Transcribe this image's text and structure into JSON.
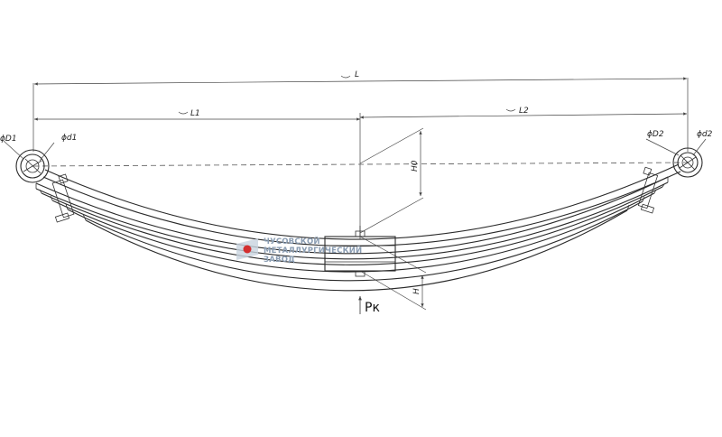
{
  "dimensions": {
    "total_length": "L",
    "left_length": "L1",
    "right_length": "L2",
    "left_outer_diameter": "ϕD1",
    "left_inner_diameter": "ϕd1",
    "right_outer_diameter": "ϕD2",
    "right_inner_diameter": "ϕd2",
    "free_height": "H0",
    "loaded_height": "H",
    "load": "Pк"
  },
  "logo": {
    "line1": "ЧУСОВСКОЙ",
    "line2": "МЕТАЛЛУРГИЧЕСКИЙ",
    "line3": "ЗАВОД",
    "primary_color": "#d32f2f",
    "secondary_color": "#8a9db3"
  }
}
